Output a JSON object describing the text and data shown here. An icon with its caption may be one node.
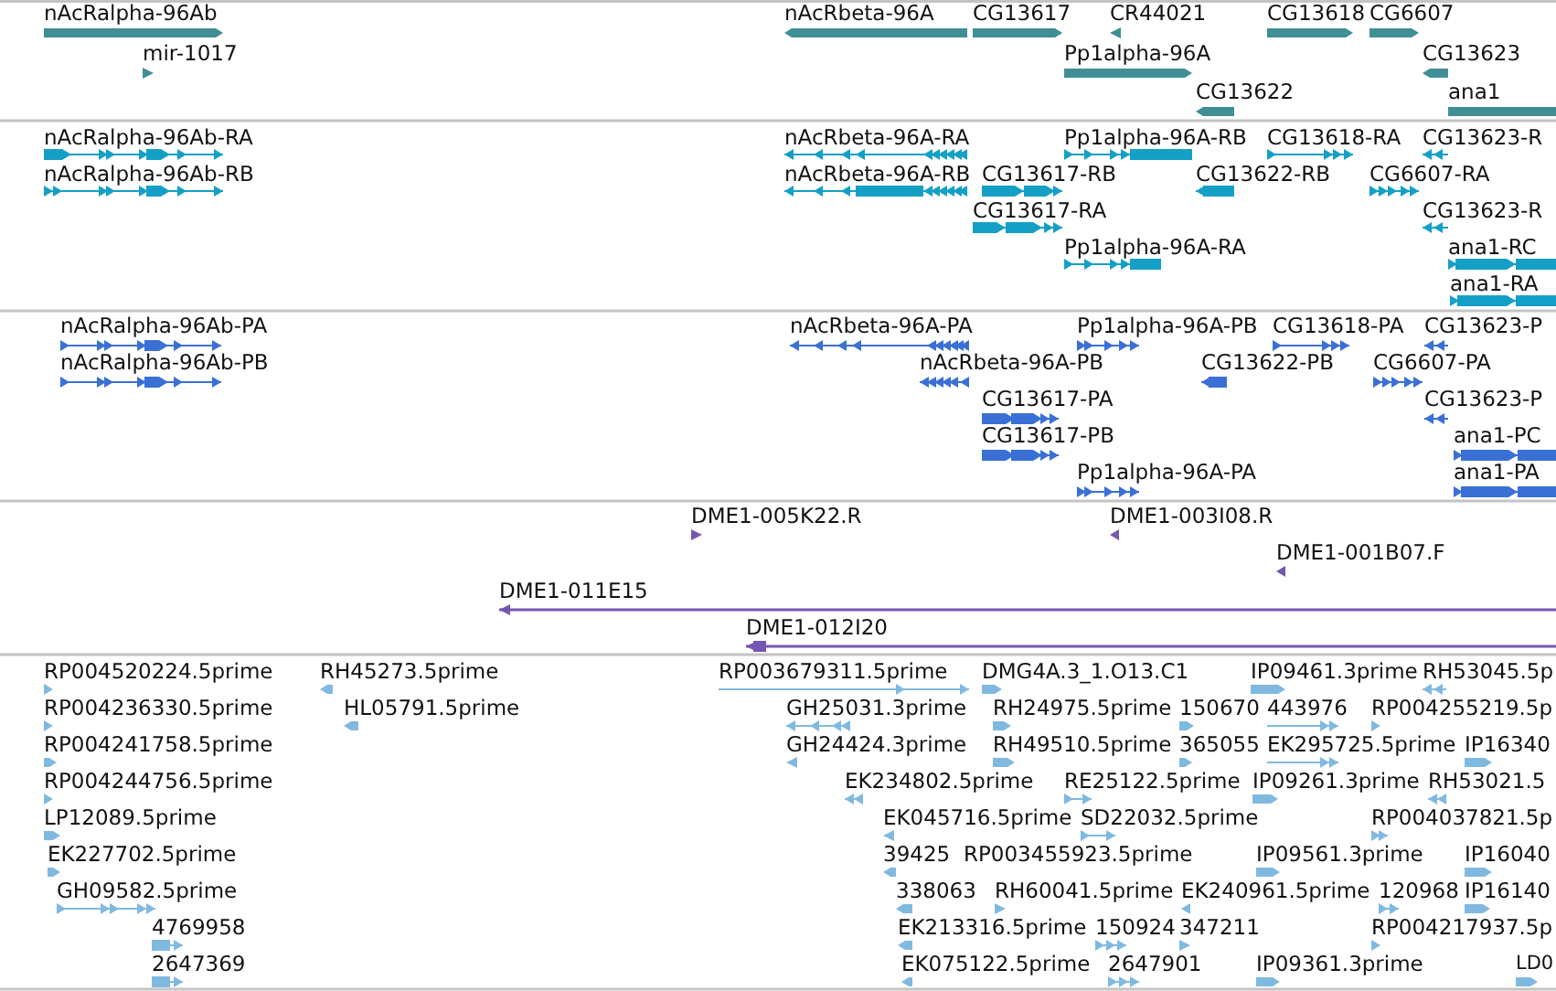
{
  "diagram": {
    "labels": [
      "nAcRalpha-96Ab",
      "nAcRbeta-96A",
      "CG13617",
      "CR44021",
      "CG13618",
      "CG6607",
      "mir-1017",
      "Pp1alpha-96A",
      "CG13623",
      "CG13622",
      "ana1",
      "nAcRalpha-96Ab-RA",
      "nAcRbeta-96A-RA",
      "Pp1alpha-96A-RB",
      "CG13618-RA",
      "CG13623-R",
      "nAcRalpha-96Ab-RB",
      "nAcRbeta-96A-RB",
      "CG13617-RB",
      "CG13622-RB",
      "CG6607-RA",
      "CG13617-RA",
      "CG13623-R",
      "Pp1alpha-96A-RA",
      "ana1-RC",
      "ana1-RA",
      "nAcRalpha-96Ab-PA",
      "nAcRbeta-96A-PA",
      "Pp1alpha-96A-PB",
      "CG13618-PA",
      "CG13623-P",
      "nAcRalpha-96Ab-PB",
      "nAcRbeta-96A-PB",
      "CG13622-PB",
      "CG6607-PA",
      "CG13617-PA",
      "CG13623-P",
      "CG13617-PB",
      "ana1-PC",
      "Pp1alpha-96A-PA",
      "ana1-PA",
      "DME1-005K22.R",
      "DME1-003I08.R",
      "DME1-001B07.F",
      "DME1-011E15",
      "DME1-012I20",
      "RP004520224.5prime",
      "RH45273.5prime",
      "RP003679311.5prime",
      "DMG4A.3_1.O13.C1",
      "IP09461.3prime",
      "RH53045.5p",
      "RP004236330.5prime",
      "HL05791.5prime",
      "GH25031.3prime",
      "RH24975.5prime",
      "150670",
      "443976",
      "RP004255219.5p",
      "RP004241758.5prime",
      "GH24424.3prime",
      "RH49510.5prime",
      "365055",
      "EK295725.5prime",
      "IP16340",
      "RP004244756.5prime",
      "EK234802.5prime",
      "RE25122.5prime",
      "IP09261.3prime",
      "RH53021.5",
      "LP12089.5prime",
      "EK045716.5prime",
      "SD22032.5prime",
      "RP004037821.5p",
      "EK227702.5prime",
      "39425",
      "RP003455923.5prime",
      "IP09561.3prime",
      "IP16040",
      "GH09582.5prime",
      "338063",
      "RH60041.5prime",
      "EK240961.5prime",
      "120968",
      "IP16140",
      "4769958",
      "EK213316.5prime",
      "150924",
      "347211",
      "RP004217937.5p",
      "2647369",
      "EK075122.5prime",
      "2647901",
      "IP09361.3prime",
      "LD0"
    ]
  }
}
